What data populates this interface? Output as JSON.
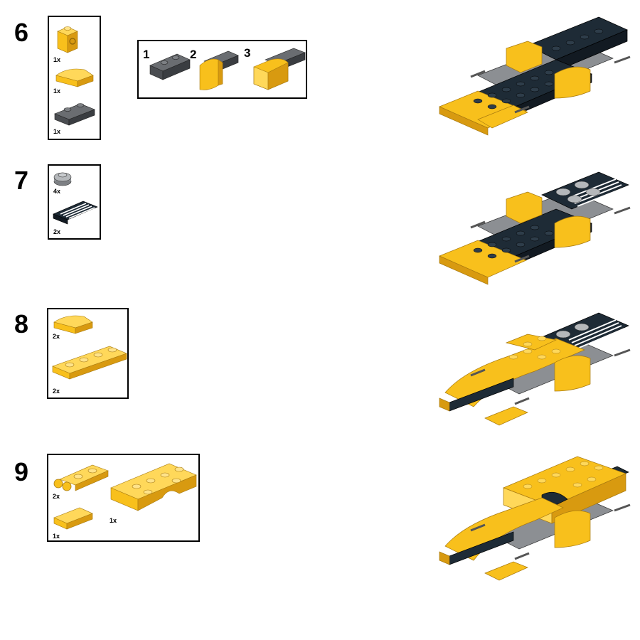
{
  "colors": {
    "yellow": "#f8c01c",
    "yellow_dark": "#d89a10",
    "yellow_light": "#ffd85a",
    "dark_slate": "#1e2b36",
    "dark_gray": "#55585c",
    "mid_gray": "#8c8f93",
    "light_gray": "#b5b8bb",
    "white": "#ffffff"
  },
  "steps": [
    {
      "number": "6",
      "parts": [
        {
          "qty": "1x",
          "icon": "yellow-clip-brick-icon"
        },
        {
          "qty": "1x",
          "icon": "yellow-curved-slope-icon"
        },
        {
          "qty": "1x",
          "icon": "dark-gray-plate-1x2-icon"
        }
      ],
      "substeps": [
        "1",
        "2",
        "3"
      ]
    },
    {
      "number": "7",
      "parts": [
        {
          "qty": "4x",
          "icon": "gray-round-plate-icon"
        },
        {
          "qty": "2x",
          "icon": "grille-tile-icon"
        }
      ]
    },
    {
      "number": "8",
      "parts": [
        {
          "qty": "2x",
          "icon": "yellow-curved-slope-icon"
        },
        {
          "qty": "2x",
          "icon": "yellow-plate-1x4-icon"
        }
      ]
    },
    {
      "number": "9",
      "parts": [
        {
          "qty": "2x",
          "icon": "yellow-plate-with-clips-icon"
        },
        {
          "qty": "1x",
          "icon": "yellow-mudguard-plate-icon"
        },
        {
          "qty": "1x",
          "icon": "yellow-tile-1x2-icon"
        }
      ]
    }
  ]
}
